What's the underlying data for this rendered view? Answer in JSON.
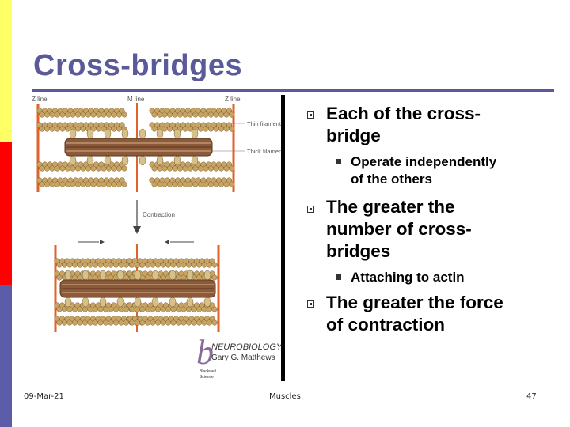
{
  "slide": {
    "title": "Cross-bridges",
    "bullets": [
      {
        "text_lines": [
          "Each of the cross-",
          "bridge"
        ],
        "sub": [
          {
            "text_lines": [
              "Operate independently",
              "of the others"
            ]
          }
        ]
      },
      {
        "text_lines": [
          "The greater the",
          "number of cross-",
          "bridges"
        ],
        "sub": [
          {
            "text_lines": [
              "Attaching to actin"
            ]
          }
        ]
      },
      {
        "text_lines": [
          "The greater the force",
          "of contraction"
        ],
        "sub": []
      }
    ]
  },
  "figure": {
    "labels": {
      "z_line_left": "Z line",
      "m_line": "M line",
      "z_line_right": "Z line",
      "thin_filament": "Thin filament",
      "thick_filament": "Thick filament",
      "contraction": "Contraction"
    },
    "credit": {
      "logo_letter": "b",
      "book": "NEUROBIOLOGY",
      "author": "Gary G. Matthews",
      "publisher_line1": "Blackwell",
      "publisher_line2": "Science"
    }
  },
  "footer": {
    "date": "09-Mar-21",
    "center": "Muscles",
    "page": "47"
  },
  "colors": {
    "accent": "#5a5a9a",
    "strip_yellow": "#ffff66",
    "strip_red": "#ff0000",
    "strip_blue": "#5c5ca8",
    "z_line": "#e0622a",
    "actin": "#c8a464",
    "myosin": "#8a5a3a"
  }
}
